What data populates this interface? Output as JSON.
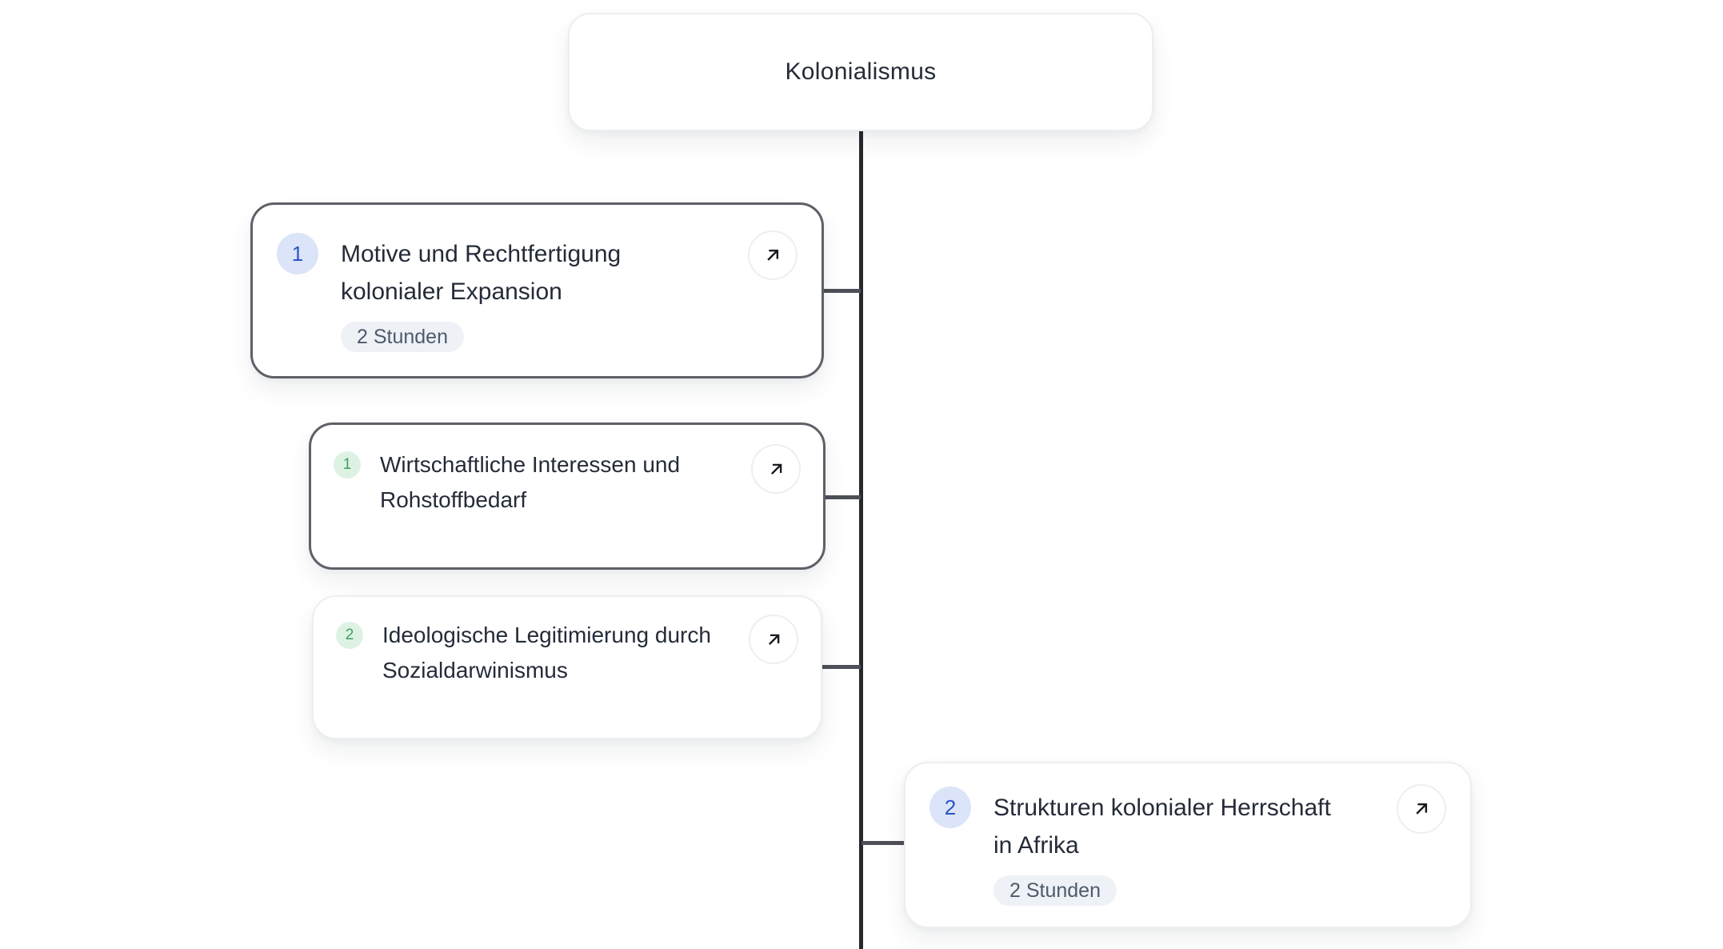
{
  "root": {
    "label": "Kolonialismus"
  },
  "nodes": [
    {
      "number": "1",
      "variant": "blue",
      "selected": true,
      "title_line1": "Motive und Rechtfertigung",
      "title_line2": "kolonialer Expansion",
      "duration": "2 Stunden"
    },
    {
      "number": "1",
      "variant": "green",
      "selected": true,
      "title_line1": "Wirtschaftliche Interessen und",
      "title_line2": "Rohstoffbedarf",
      "duration": ""
    },
    {
      "number": "2",
      "variant": "green",
      "selected": false,
      "title_line1": "Ideologische Legitimierung durch",
      "title_line2": "Sozialdarwinismus",
      "duration": ""
    },
    {
      "number": "2",
      "variant": "blue",
      "selected": false,
      "title_line1": "Strukturen kolonialer Herrschaft",
      "title_line2": "in Afrika",
      "duration": "2 Stunden"
    }
  ],
  "icons": {
    "open_node": "arrow-up-right"
  },
  "colors": {
    "trunk_line": "#27272c",
    "connector_line": "#4e5058",
    "selected_border": "#5d6068",
    "normal_border": "#eceef2",
    "title_text": "#242b38",
    "chip_blue_bg": "#dbe4f8",
    "chip_blue_text": "#2d53c8",
    "chip_green_bg": "#def2e4",
    "chip_green_text": "#3f9e62",
    "duration_badge_bg": "#eef1f6",
    "duration_badge_text": "#4e5a6b"
  }
}
